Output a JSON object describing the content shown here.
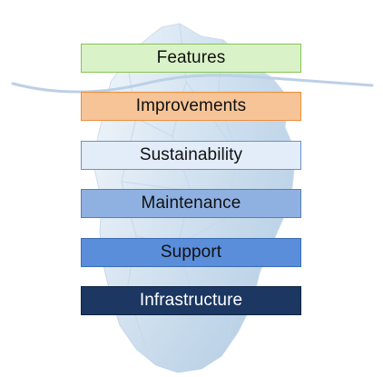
{
  "layers": [
    {
      "label": "Features",
      "fill": "#d9f2c7",
      "border": "#86c553",
      "text_color": "#111111"
    },
    {
      "label": "Improvements",
      "fill": "#f6c497",
      "border": "#ec8e3c",
      "text_color": "#111111"
    },
    {
      "label": "Sustainability",
      "fill": "#e3ecf9",
      "border": "#6c90c6",
      "text_color": "#111111"
    },
    {
      "label": "Maintenance",
      "fill": "#8fb1e2",
      "border": "#557eb8",
      "text_color": "#111111"
    },
    {
      "label": "Support",
      "fill": "#5a8edb",
      "border": "#3a6cb2",
      "text_color": "#111111"
    },
    {
      "label": "Infrastructure",
      "fill": "#1b3762",
      "border": "#0e2444",
      "text_color": "#ffffff"
    }
  ],
  "colors": {
    "iceberg_light": "#dbe8f3",
    "iceberg_mid": "#b7d0e6",
    "iceberg_dark": "#8fb3d4",
    "waterline": "#bcd0e6"
  },
  "icons": [
    "iceberg-illustration",
    "waterline"
  ]
}
